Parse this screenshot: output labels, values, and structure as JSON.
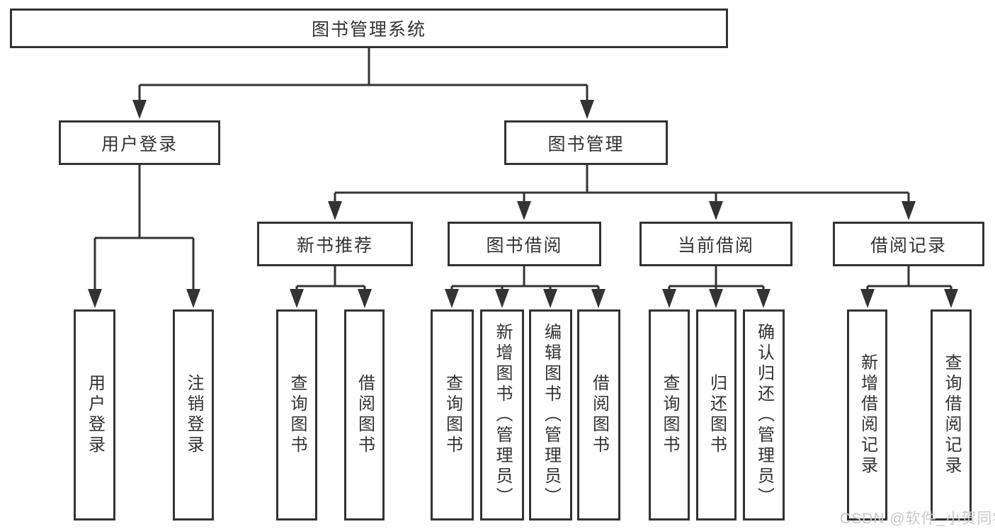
{
  "colors": {
    "line": "#333333",
    "box_border": "#333333",
    "text": "#333333",
    "background": "#ffffff",
    "watermark_text": "#c9c9c9"
  },
  "diagram": {
    "root": {
      "label": "图书管理系统"
    },
    "level2": [
      {
        "label": "用户登录",
        "parent": "图书管理系统"
      },
      {
        "label": "图书管理",
        "parent": "图书管理系统"
      }
    ],
    "level3": [
      {
        "label": "新书推荐",
        "parent": "图书管理"
      },
      {
        "label": "图书借阅",
        "parent": "图书管理"
      },
      {
        "label": "当前借阅",
        "parent": "图书管理"
      },
      {
        "label": "借阅记录",
        "parent": "图书管理"
      }
    ],
    "leaves": [
      {
        "label": "用户登录",
        "parent": "用户登录"
      },
      {
        "label": "注销登录",
        "parent": "用户登录"
      },
      {
        "label": "查询图书",
        "parent": "新书推荐"
      },
      {
        "label": "借阅图书",
        "parent": "新书推荐"
      },
      {
        "label": "查询图书",
        "parent": "图书借阅"
      },
      {
        "label": "新增图书（管理员）",
        "parent": "图书借阅"
      },
      {
        "label": "编辑图书（管理员）",
        "parent": "图书借阅"
      },
      {
        "label": "借阅图书",
        "parent": "图书借阅"
      },
      {
        "label": "查询图书",
        "parent": "当前借阅"
      },
      {
        "label": "归还图书",
        "parent": "当前借阅"
      },
      {
        "label": "确认归还（管理员）",
        "parent": "当前借阅"
      },
      {
        "label": "新增借阅记录",
        "parent": "借阅记录"
      },
      {
        "label": "查询借阅记录",
        "parent": "借阅记录"
      }
    ]
  },
  "watermark": {
    "text": "CSDN @软件_小贺同学"
  }
}
